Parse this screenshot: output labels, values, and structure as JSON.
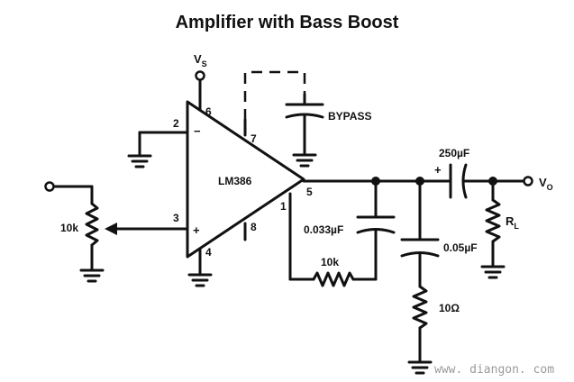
{
  "title": "Amplifier with Bass Boost",
  "ic": {
    "name": "LM386"
  },
  "supply": {
    "label": "V",
    "sub": "S"
  },
  "output": {
    "label": "V",
    "sub": "O"
  },
  "pins": {
    "p1": "1",
    "p2": "2",
    "p3": "3",
    "p4": "4",
    "p5": "5",
    "p6": "6",
    "p7": "7",
    "p8": "8"
  },
  "pin_signs": {
    "minus": "−",
    "plus": "+"
  },
  "components": {
    "bypass": "BYPASS",
    "input_pot": "10k",
    "feedback_cap": "0.033µF",
    "feedback_res": "10k",
    "output_cap": "250µF",
    "output_cap_polarity": "+",
    "zobel_cap": "0.05µF",
    "zobel_res": "10Ω",
    "load": {
      "label": "R",
      "sub": "L"
    }
  },
  "watermark": "www. diangon. com"
}
